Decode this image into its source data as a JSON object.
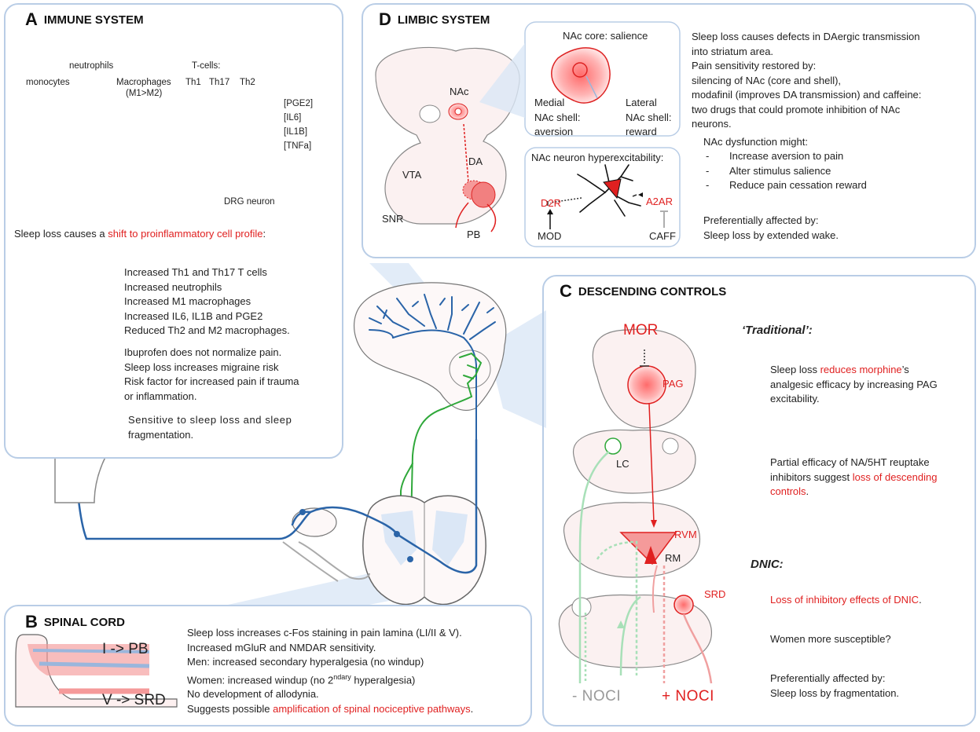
{
  "panelA": {
    "letter": "A",
    "title": "IMMUNE SYSTEM",
    "cells": {
      "neutrophils": "neutrophils",
      "tcells": "T-cells:",
      "monocytes": "monocytes",
      "macrophages": "Macrophages",
      "macrophages_sub": "(M1>M2)",
      "th1": "Th1",
      "th17": "Th17",
      "th2": "Th2",
      "drg": "DRG neuron"
    },
    "cytokines": [
      "[PGE2]",
      "[IL6]",
      "[IL1B]",
      "[TNFa]"
    ],
    "shift_prefix": "Sleep loss causes a ",
    "shift_red": "shift to proinflammatory cell profile",
    "shift_suffix": ":",
    "list1": [
      "Increased Th1 and Th17 T cells",
      "Increased neutrophils",
      "Increased M1 macrophages",
      "Increased IL6, IL1B and PGE2",
      "Reduced Th2 and M2 macrophages."
    ],
    "list2": [
      "Ibuprofen does not normalize pain.",
      "Sleep loss increases migraine risk",
      "Risk factor for increased pain if trauma",
      "or inflammation."
    ],
    "sensitive": [
      "Sensitive to sleep loss and sleep",
      "fragmentation."
    ]
  },
  "panelB": {
    "letter": "B",
    "title": "SPINAL CORD",
    "path1": "I -> PB",
    "path2": "V -> SRD",
    "line1": "Sleep loss increases c-Fos staining in pain lamina (LI/II & V).",
    "line2": "Increased mGluR and NMDAR sensitivity.",
    "line3": "Men: increased secondary hyperalgesia (no windup)",
    "line4_a": "Women: increased windup (no 2",
    "line4_sup": "ndary",
    "line4_b": " hyperalgesia)",
    "line5": "No development of allodynia.",
    "line6_prefix": "Suggests possible ",
    "line6_red": "amplification of spinal nociceptive pathways",
    "line6_suffix": "."
  },
  "panelC": {
    "letter": "C",
    "title": "DESCENDING CONTROLS",
    "mor": "MOR",
    "pag": "PAG",
    "lc": "LC",
    "rvm": "RVM",
    "rm": "RM",
    "srd": "SRD",
    "minus_noci": "- NOCI",
    "plus_noci": "+ NOCI",
    "traditional": "‘Traditional’:",
    "trad1_prefix": "Sleep loss ",
    "trad1_red": "reduces morphine",
    "trad1_suffix": "’s",
    "trad1_line2": "analgesic efficacy by increasing PAG",
    "trad1_line3": "excitability.",
    "trad2_line1": "Partial efficacy of NA/5HT reuptake",
    "trad2_line2_prefix": "inhibitors suggest ",
    "trad2_line2_red": "loss of descending",
    "trad2_line3_red": "controls",
    "trad2_line3_suffix": ".",
    "dnic": "DNIC:",
    "dnic1_red": "Loss of inhibitory effects of DNIC",
    "dnic1_suffix": ".",
    "dnic2": "Women more susceptible?",
    "dnic3a": "Preferentially affected by:",
    "dnic3b": "Sleep loss by fragmentation."
  },
  "panelD": {
    "letter": "D",
    "title": "LIMBIC SYSTEM",
    "nac": "NAc",
    "vta": "VTA",
    "da": "DA",
    "snr": "SNR",
    "pb": "PB",
    "core": "NAc core: salience",
    "medial": [
      "Medial",
      "NAc shell:",
      "aversion"
    ],
    "lateral": [
      "Lateral",
      "NAc shell:",
      "reward"
    ],
    "hyper_title": "NAc neuron hyperexcitability:",
    "d2r": "D2R",
    "a2ar": "A2AR",
    "mod": "MOD",
    "caff": "CAFF",
    "text": [
      "Sleep loss causes defects in DAergic transmission",
      "into striatum area.",
      "Pain sensitivity restored by:",
      "silencing of NAc (core and shell),",
      "modafinil (improves DA transmission) and caffeine:",
      "two drugs that could promote inhibition of NAc",
      "neurons."
    ],
    "dysf_title": "NAc dysfunction might:",
    "dysf": [
      "Increase aversion to pain",
      "Alter stimulus salience",
      "Reduce pain cessation reward"
    ],
    "pref1": "Preferentially affected by:",
    "pref2": "Sleep loss by extended wake."
  },
  "colors": {
    "blue": "#2a64a8",
    "green": "#2fa83a",
    "red": "#e02020",
    "panel_border": "#b9cde6",
    "light_blue": "#dbe7f6"
  }
}
